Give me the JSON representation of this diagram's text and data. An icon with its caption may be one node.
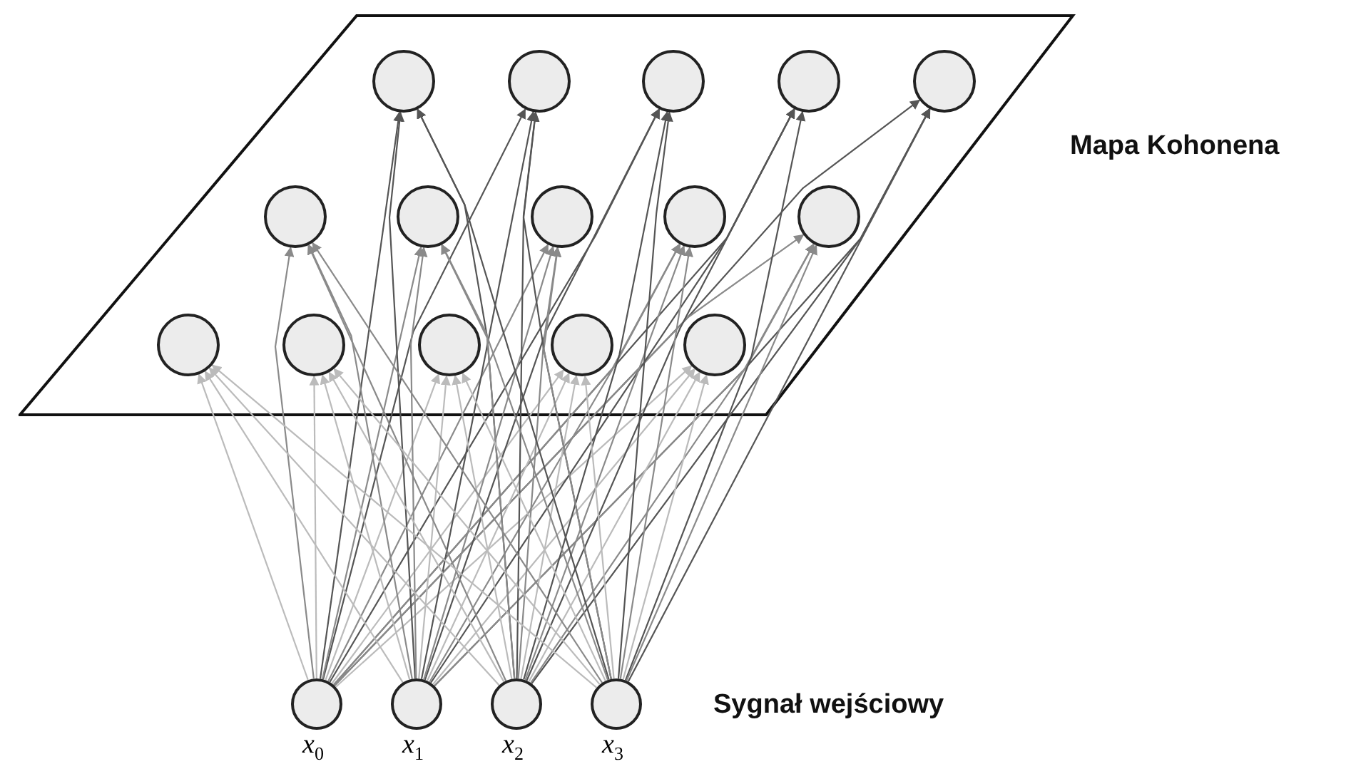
{
  "diagram": {
    "nodes": [
      {
        "text": [],
        "shape": "parallelogram"
      },
      {
        "text": [],
        "shape": "circle",
        "in": 0
      },
      {
        "text": [],
        "shape": "circle",
        "in": 0
      },
      {
        "text": [],
        "shape": "circle",
        "in": 0
      },
      {
        "text": [],
        "shape": "circle",
        "in": 0
      },
      {
        "text": [],
        "shape": "circle",
        "in": 0
      },
      {
        "text": [],
        "shape": "circle",
        "in": 0
      },
      {
        "text": [],
        "shape": "circle",
        "in": 0
      },
      {
        "text": [],
        "shape": "circle",
        "in": 0
      },
      {
        "text": [],
        "shape": "circle",
        "in": 0
      },
      {
        "text": [],
        "shape": "circle",
        "in": 0
      },
      {
        "text": [],
        "shape": "circle",
        "in": 0
      },
      {
        "text": [],
        "shape": "circle",
        "in": 0
      },
      {
        "text": [],
        "shape": "circle",
        "in": 0
      },
      {
        "text": [],
        "shape": "circle",
        "in": 0
      },
      {
        "text": [],
        "shape": "circle",
        "in": 0
      },
      {
        "text": [
          "*x*$_{0}$"
        ]
      },
      {
        "text": [
          "*x*$_{1}$"
        ]
      },
      {
        "text": [
          "*x*$_{2}$"
        ]
      },
      {
        "text": [
          "*x*$_{3}$"
        ]
      }
    ],
    "edges": [
      {
        "from": 16,
        "to": 1,
        "arrow": "to"
      },
      {
        "from": 16,
        "to": 2,
        "arrow": "to"
      },
      {
        "from": 16,
        "to": 3,
        "arrow": "to"
      },
      {
        "from": 16,
        "to": 4,
        "arrow": "to"
      },
      {
        "from": 16,
        "to": 5,
        "arrow": "to"
      },
      {
        "from": 16,
        "to": 6,
        "arrow": "to",
        "color": "#8a8a8a"
      },
      {
        "from": 16,
        "to": 7,
        "arrow": "to",
        "color": "#8a8a8a"
      },
      {
        "from": 16,
        "to": 8,
        "arrow": "to",
        "color": "#8a8a8a"
      },
      {
        "from": 16,
        "to": 9,
        "arrow": "to",
        "color": "#8a8a8a"
      },
      {
        "from": 16,
        "to": 10,
        "arrow": "to",
        "color": "#8a8a8a"
      },
      {
        "from": 16,
        "to": 11,
        "arrow": "to",
        "color": "#bbbbbb"
      },
      {
        "from": 16,
        "to": 12,
        "arrow": "to",
        "color": "#bbbbbb"
      },
      {
        "from": 16,
        "to": 13,
        "arrow": "to",
        "color": "#bbbbbb"
      },
      {
        "from": 16,
        "to": 14,
        "arrow": "to",
        "color": "#bbbbbb"
      },
      {
        "from": 16,
        "to": 15,
        "arrow": "to",
        "color": "#bbbbbb"
      },
      {
        "from": 17,
        "to": 1,
        "arrow": "to"
      },
      {
        "from": 17,
        "to": 2,
        "arrow": "to"
      },
      {
        "from": 17,
        "to": 3,
        "arrow": "to"
      },
      {
        "from": 17,
        "to": 4,
        "arrow": "to"
      },
      {
        "from": 17,
        "to": 5,
        "arrow": "to"
      },
      {
        "from": 17,
        "to": 6,
        "arrow": "to",
        "color": "#8a8a8a"
      },
      {
        "from": 17,
        "to": 7,
        "arrow": "to",
        "color": "#8a8a8a"
      },
      {
        "from": 17,
        "to": 8,
        "arrow": "to",
        "color": "#8a8a8a"
      },
      {
        "from": 17,
        "to": 9,
        "arrow": "to",
        "color": "#8a8a8a"
      },
      {
        "from": 17,
        "to": 10,
        "arrow": "to",
        "color": "#8a8a8a"
      },
      {
        "from": 17,
        "to": 11,
        "arrow": "to",
        "color": "#bbbbbb"
      },
      {
        "from": 17,
        "to": 12,
        "arrow": "to",
        "color": "#bbbbbb"
      },
      {
        "from": 17,
        "to": 13,
        "arrow": "to",
        "color": "#bbbbbb"
      },
      {
        "from": 17,
        "to": 14,
        "arrow": "to",
        "color": "#bbbbbb"
      },
      {
        "from": 17,
        "to": 15,
        "arrow": "to",
        "color": "#bbbbbb"
      },
      {
        "from": 18,
        "to": 1,
        "arrow": "to"
      },
      {
        "from": 18,
        "to": 2,
        "arrow": "to"
      },
      {
        "from": 18,
        "to": 3,
        "arrow": "to"
      },
      {
        "from": 18,
        "to": 4,
        "arrow": "to"
      },
      {
        "from": 18,
        "to": 5,
        "arrow": "to"
      },
      {
        "from": 18,
        "to": 6,
        "arrow": "to",
        "color": "#8a8a8a"
      },
      {
        "from": 18,
        "to": 7,
        "arrow": "to",
        "color": "#8a8a8a"
      },
      {
        "from": 18,
        "to": 8,
        "arrow": "to",
        "color": "#8a8a8a"
      },
      {
        "from": 18,
        "to": 9,
        "arrow": "to",
        "color": "#8a8a8a"
      },
      {
        "from": 18,
        "to": 10,
        "arrow": "to",
        "color": "#8a8a8a"
      },
      {
        "from": 18,
        "to": 11,
        "arrow": "to",
        "color": "#bbbbbb"
      },
      {
        "from": 18,
        "to": 12,
        "arrow": "to",
        "color": "#bbbbbb"
      },
      {
        "from": 18,
        "to": 13,
        "arrow": "to",
        "color": "#bbbbbb"
      },
      {
        "from": 18,
        "to": 14,
        "arrow": "to",
        "color": "#bbbbbb"
      },
      {
        "from": 18,
        "to": 15,
        "arrow": "to",
        "color": "#bbbbbb"
      },
      {
        "from": 19,
        "to": 1,
        "arrow": "to"
      },
      {
        "from": 19,
        "to": 2,
        "arrow": "to"
      },
      {
        "from": 19,
        "to": 3,
        "arrow": "to"
      },
      {
        "from": 19,
        "to": 4,
        "arrow": "to"
      },
      {
        "from": 19,
        "to": 5,
        "arrow": "to"
      },
      {
        "from": 19,
        "to": 6,
        "arrow": "to",
        "color": "#8a8a8a"
      },
      {
        "from": 19,
        "to": 7,
        "arrow": "to",
        "color": "#8a8a8a"
      },
      {
        "from": 19,
        "to": 8,
        "arrow": "to",
        "color": "#8a8a8a"
      },
      {
        "from": 19,
        "to": 9,
        "arrow": "to",
        "color": "#8a8a8a"
      },
      {
        "from": 19,
        "to": 10,
        "arrow": "to",
        "color": "#8a8a8a"
      },
      {
        "from": 19,
        "to": 11,
        "arrow": "to",
        "color": "#bbbbbb"
      },
      {
        "from": 19,
        "to": 12,
        "arrow": "to",
        "color": "#bbbbbb"
      },
      {
        "from": 19,
        "to": 13,
        "arrow": "to",
        "color": "#bbbbbb"
      },
      {
        "from": 19,
        "to": 14,
        "arrow": "to",
        "color": "#bbbbbb"
      },
      {
        "from": 19,
        "to": 15,
        "arrow": "to",
        "color": "#bbbbbb"
      }
    ],
    "labels": [
      "Mapa Kohonena",
      "Sygnał wejściowy"
    ]
  }
}
